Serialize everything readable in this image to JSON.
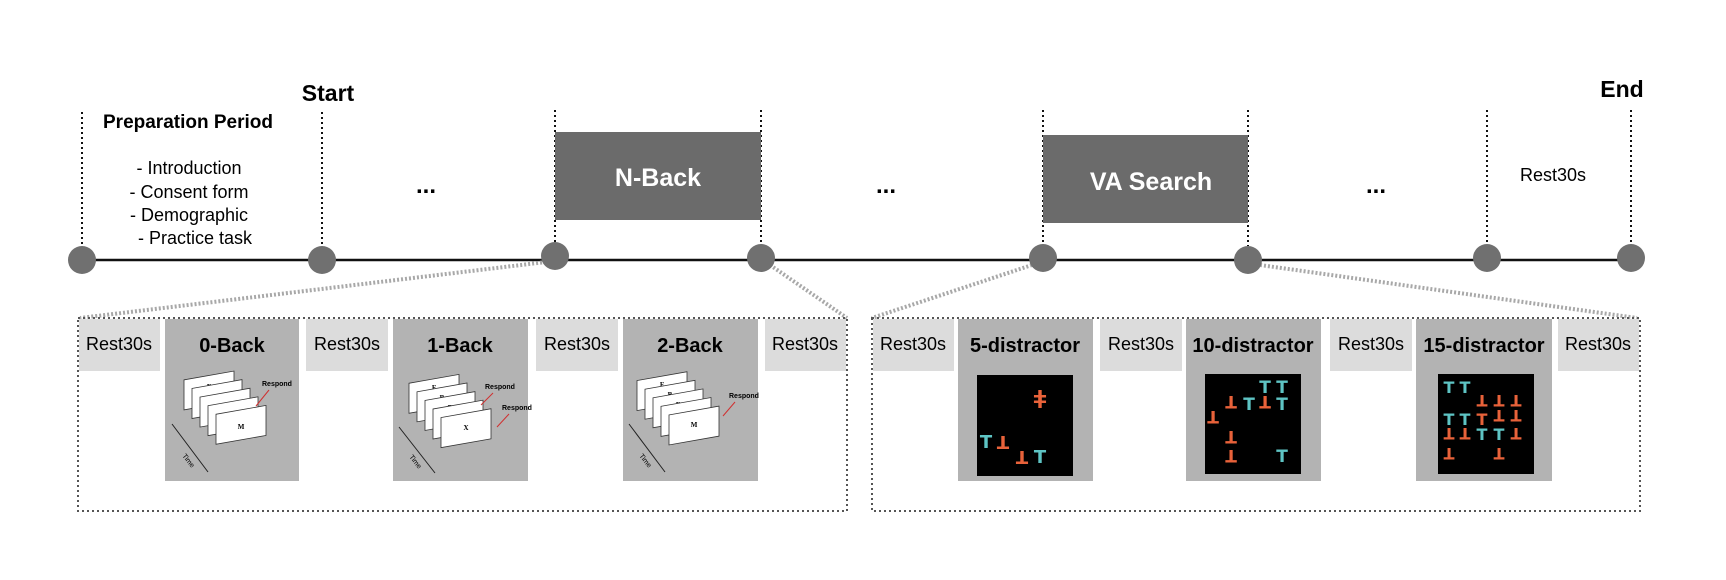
{
  "timeline": {
    "start_label": "Start",
    "end_label": "End",
    "ellipsis": "...",
    "preparation": {
      "title": "Preparation Period",
      "items": [
        "- Introduction",
        "- Consent form",
        "- Demographic",
        "- Practice task"
      ]
    },
    "nback_block": "N-Back",
    "vasearch_block": "VA Search",
    "final_rest": "Rest30s"
  },
  "nback_detail": {
    "rest_label": "Rest30s",
    "conditions": [
      {
        "title": "0-Back",
        "cards": [
          "F",
          "B",
          "H",
          "X",
          "M"
        ],
        "respond": [
          "Respond"
        ],
        "axis": "Time"
      },
      {
        "title": "1-Back",
        "cards": [
          "F",
          "B",
          "B",
          "X",
          "X"
        ],
        "respond": [
          "Respond",
          "Respond"
        ],
        "axis": "Time"
      },
      {
        "title": "2-Back",
        "cards": [
          "F",
          "B",
          "F",
          "B",
          "M"
        ],
        "respond": [
          "Respond"
        ],
        "axis": "Time"
      }
    ]
  },
  "vasearch_detail": {
    "rest_label": "Rest30s",
    "conditions": [
      {
        "title": "5-distractor"
      },
      {
        "title": "10-distractor"
      },
      {
        "title": "15-distractor"
      }
    ]
  },
  "colors": {
    "block": "#6b6b6b",
    "panel": "#b3b3b3",
    "rest": "#dcdcdc",
    "node": "#707070",
    "target_teal": "#5ec4c4",
    "distractor_orange": "#e8623a",
    "search_bg": "#000000"
  }
}
